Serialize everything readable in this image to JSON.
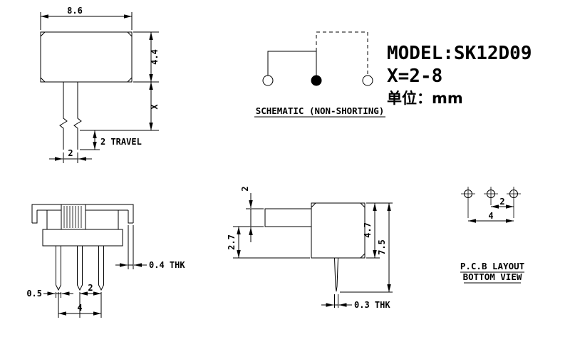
{
  "colors": {
    "ink": "#000000",
    "paper": "#ffffff"
  },
  "title_block": {
    "model": "MODEL:SK12D09",
    "x_range": "X=2-8",
    "unit_label": "单位：mm"
  },
  "schematic": {
    "caption": "SCHEMATIC (NON-SHORTING)"
  },
  "top_view": {
    "dim_width": "8.6",
    "dim_height": "4.4",
    "dim_shaft_len": "X",
    "dim_travel": "2 TRAVEL",
    "dim_shaft_width": "2"
  },
  "front_view": {
    "dim_thk": "0.4 THK",
    "dim_pin_width": "0.5",
    "dim_pitch": "2",
    "dim_span": "4"
  },
  "side_view": {
    "dim_knob": "2",
    "dim_shaft_h": "2.7",
    "dim_body_h": "4.7",
    "dim_total_h": "7.5",
    "dim_pin_thk": "0.3 THK"
  },
  "pcb_layout": {
    "dim_pitch": "2",
    "dim_span": "4",
    "caption_line1": "P.C.B LAYOUT",
    "caption_line2": "BOTTOM VIEW"
  }
}
